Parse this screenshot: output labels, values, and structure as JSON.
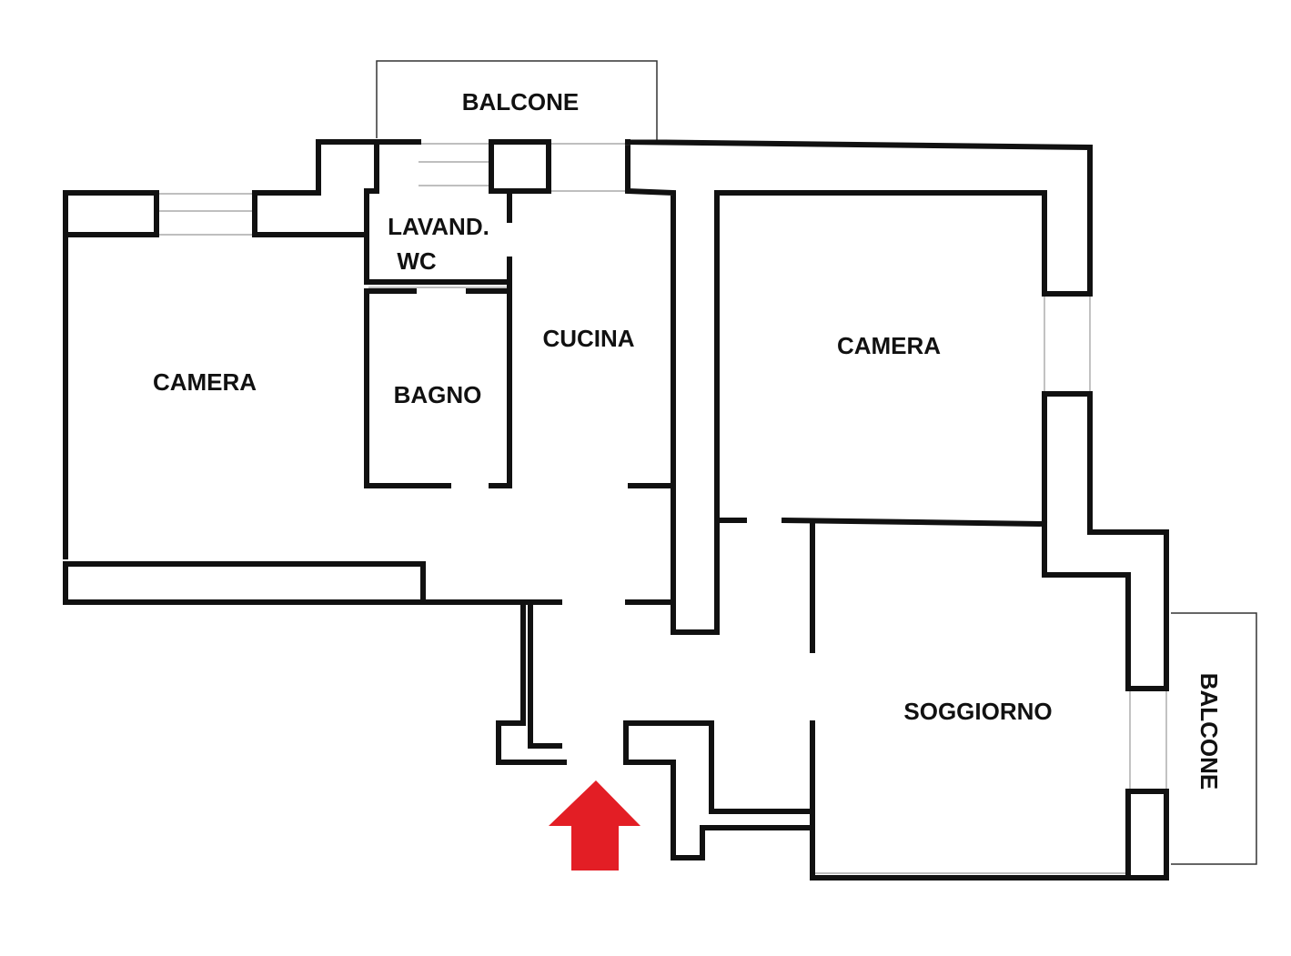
{
  "rooms": {
    "balcone_top": "BALCONE",
    "lavanderia": "LAVAND.",
    "wc": "WC",
    "camera_left": "CAMERA",
    "bagno": "BAGNO",
    "cucina": "CUCINA",
    "camera_right": "CAMERA",
    "soggiorno": "SOGGIORNO",
    "balcone_right": "BALCONE"
  },
  "entrance_arrow": {
    "color": "#e31e25",
    "icon": "arrow-up-icon"
  }
}
